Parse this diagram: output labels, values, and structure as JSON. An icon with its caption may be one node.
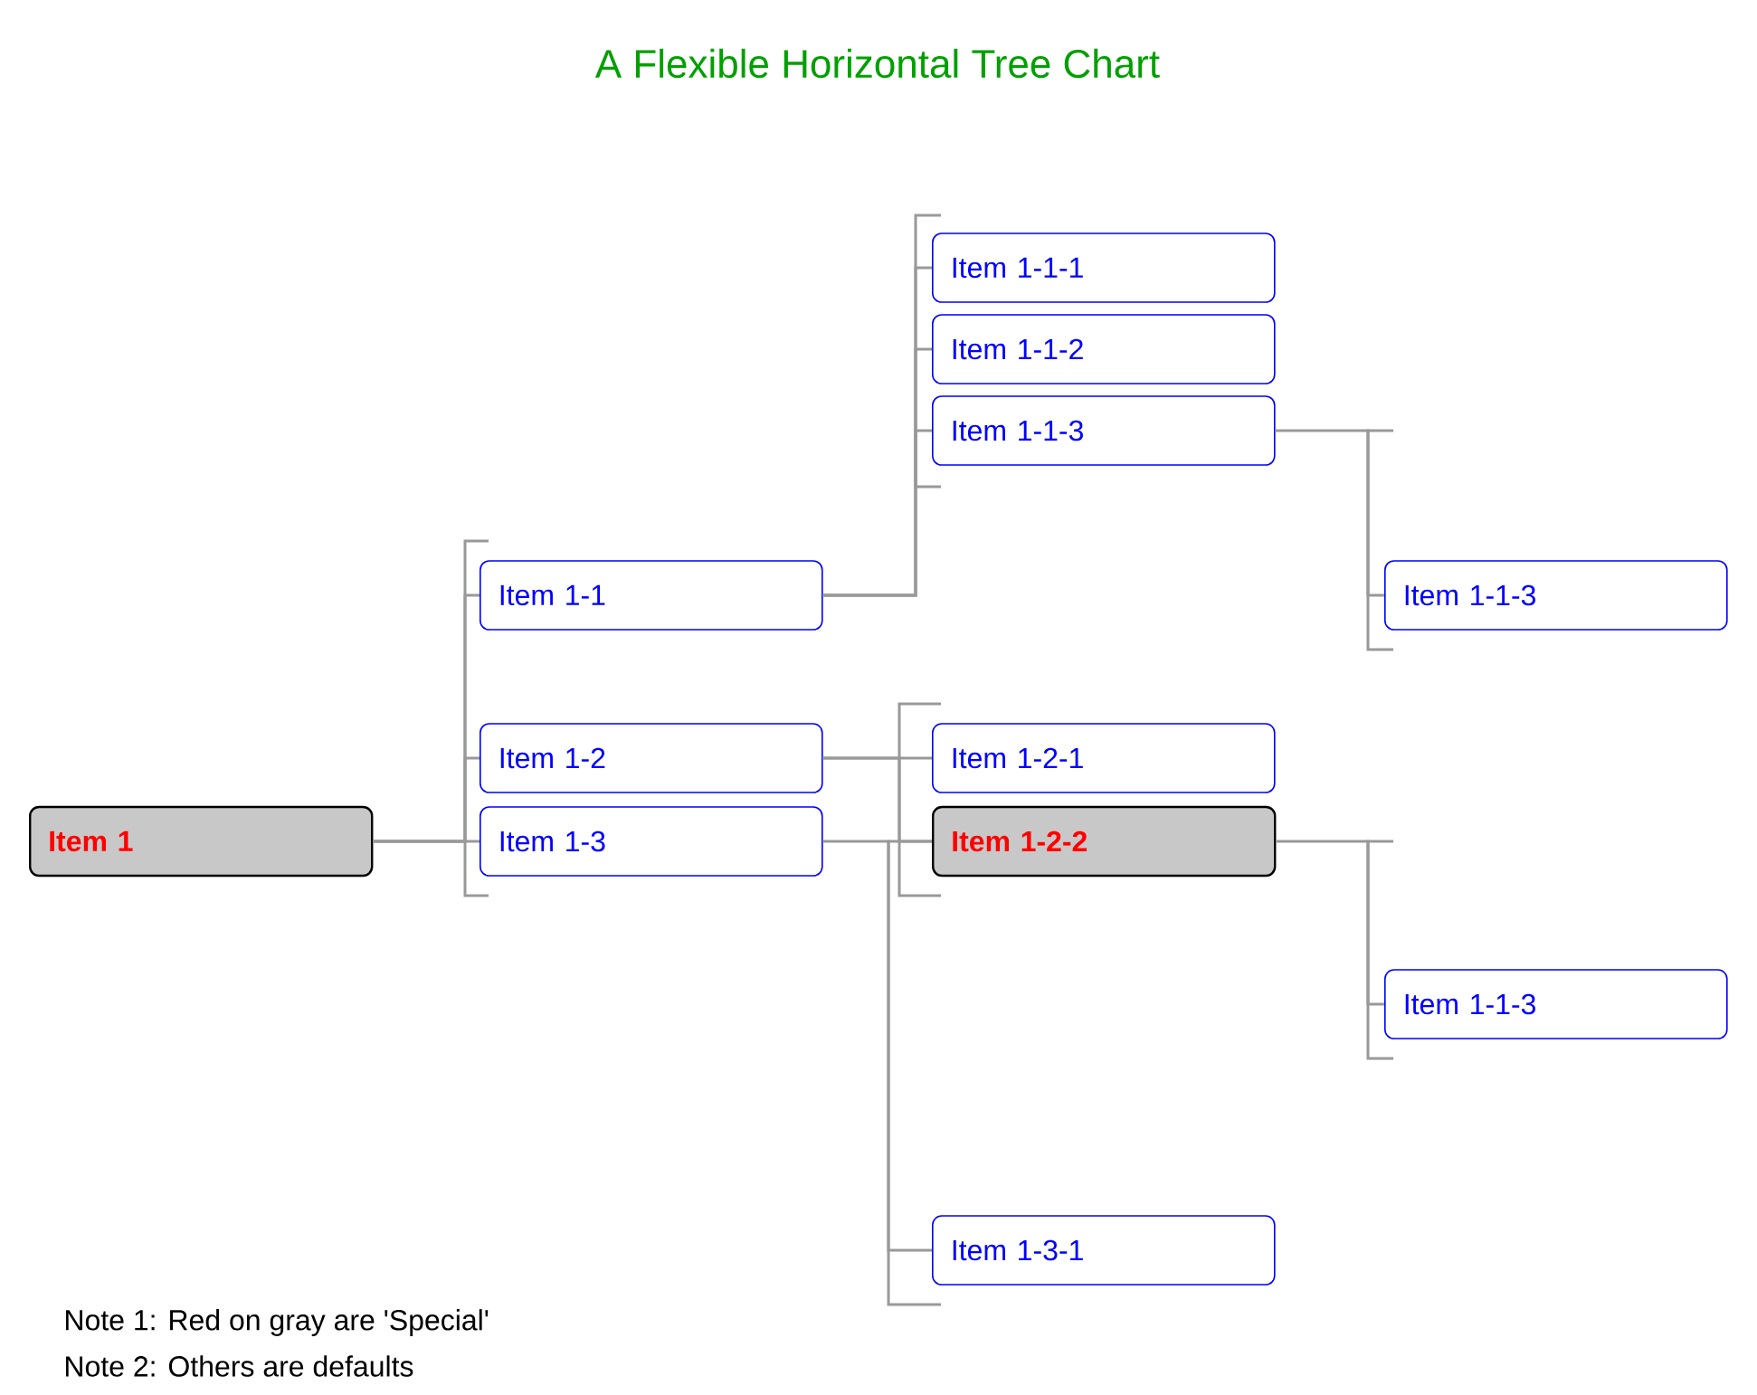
{
  "diagram": {
    "title": "A Flexible Horizontal Tree Chart",
    "nodes": [
      {
        "text": [
          "Item 1"
        ]
      },
      {
        "text": [
          "Item 1-1"
        ]
      },
      {
        "text": [
          "Item 1-2"
        ]
      },
      {
        "text": [
          "Item 1-3"
        ]
      },
      {
        "text": [
          "Item 1-1-1"
        ]
      },
      {
        "text": [
          "Item 1-1-2"
        ]
      },
      {
        "text": [
          "Item 1-1-3"
        ]
      },
      {
        "text": [
          "Item 1-1-3"
        ]
      },
      {
        "text": [
          "Item 1-2-1"
        ]
      },
      {
        "text": [
          "Item 1-2-2"
        ]
      },
      {
        "text": [
          "Item 1-1-3"
        ]
      },
      {
        "text": [
          "Item 1-3-1"
        ]
      }
    ],
    "edges": [
      {
        "from": 0,
        "to": 1,
        "arrow": "none"
      },
      {
        "from": 0,
        "to": 2,
        "arrow": "none"
      },
      {
        "from": 0,
        "to": 3,
        "arrow": "none"
      },
      {
        "from": 1,
        "to": 4,
        "arrow": "none"
      },
      {
        "from": 1,
        "to": 5,
        "arrow": "none"
      },
      {
        "from": 1,
        "to": 6,
        "arrow": "none"
      },
      {
        "from": 6,
        "to": 7,
        "arrow": "none"
      },
      {
        "from": 2,
        "to": 8,
        "arrow": "none"
      },
      {
        "from": 2,
        "to": 9,
        "arrow": "none"
      },
      {
        "from": 9,
        "to": 10,
        "arrow": "none"
      },
      {
        "from": 3,
        "to": 11,
        "arrow": "none"
      }
    ],
    "labels": [
      "Note 1: Red on gray are 'Special'",
      "Note 2: Others are defaults"
    ]
  }
}
